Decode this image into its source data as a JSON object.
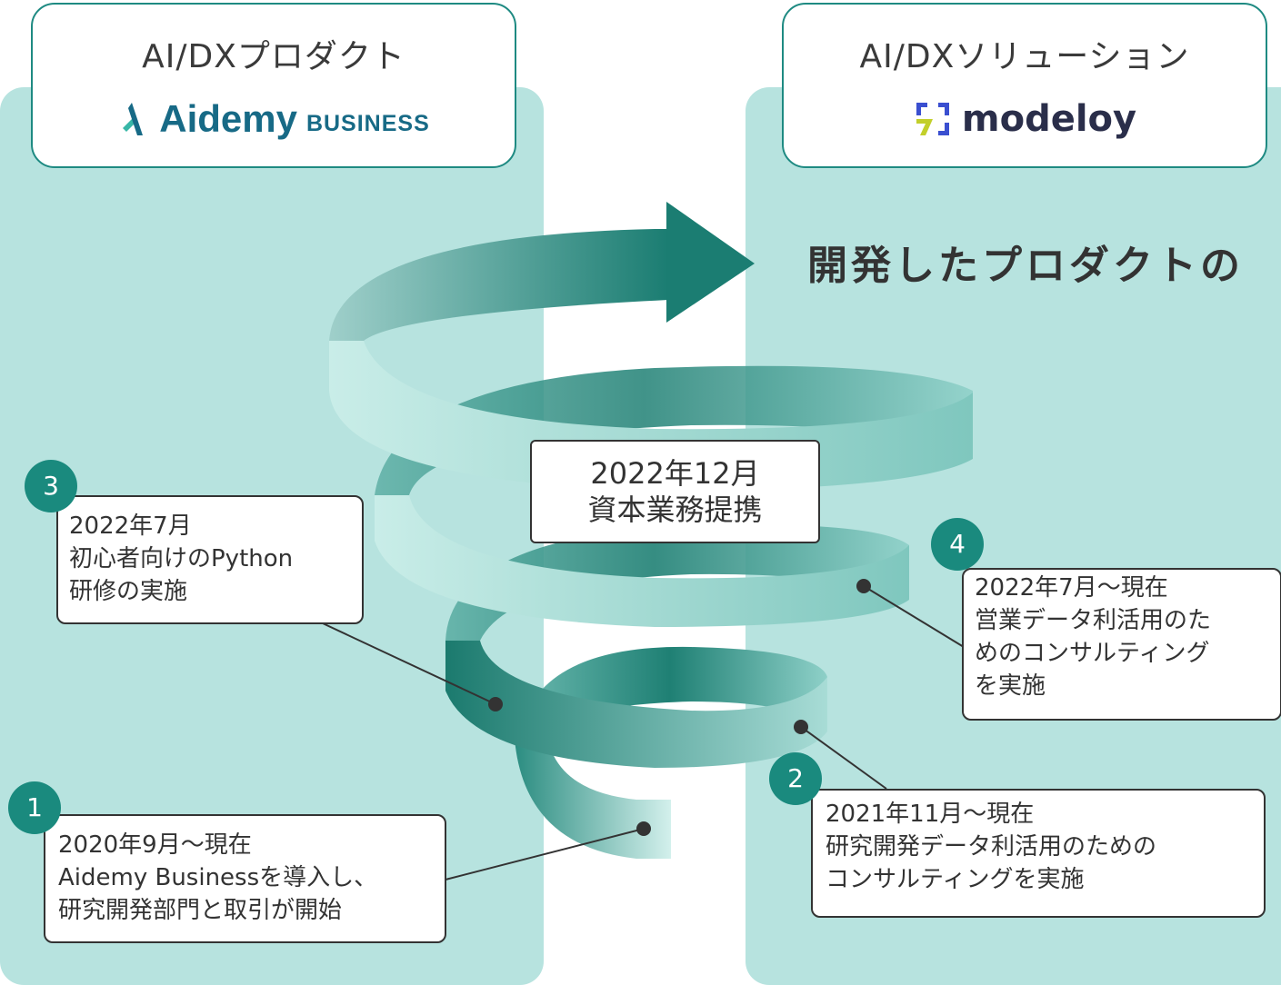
{
  "left_panel": {
    "category_label": "AI/DXプロダクト",
    "logo_text": "Aidemy",
    "logo_subtext": "BUSINESS"
  },
  "right_panel": {
    "category_label": "AI/DXソリューション",
    "logo_text": "modeloy"
  },
  "headline": "開発したプロダクトの",
  "partnership": {
    "date": "2022年12月",
    "label": "資本業務提携"
  },
  "events": [
    {
      "number": "1",
      "lines": [
        "2020年9月〜現在",
        "Aidemy Businessを導入し、",
        "研究開発部門と取引が開始"
      ]
    },
    {
      "number": "2",
      "lines": [
        "2021年11月〜現在",
        "研究開発データ利活用のための",
        "コンサルティングを実施"
      ]
    },
    {
      "number": "3",
      "lines": [
        "2022年7月",
        "初心者向けのPython",
        "研修の実施"
      ]
    },
    {
      "number": "4",
      "lines": [
        "2022年7月〜現在",
        "営業データ利活用のた",
        "めのコンサルティング",
        "を実施"
      ]
    }
  ],
  "colors": {
    "panel_bg": "#b7e3df",
    "accent": "#1a8a7e",
    "ribbon_dark": "#1d7e72",
    "ribbon_light": "#c6ebe6"
  }
}
